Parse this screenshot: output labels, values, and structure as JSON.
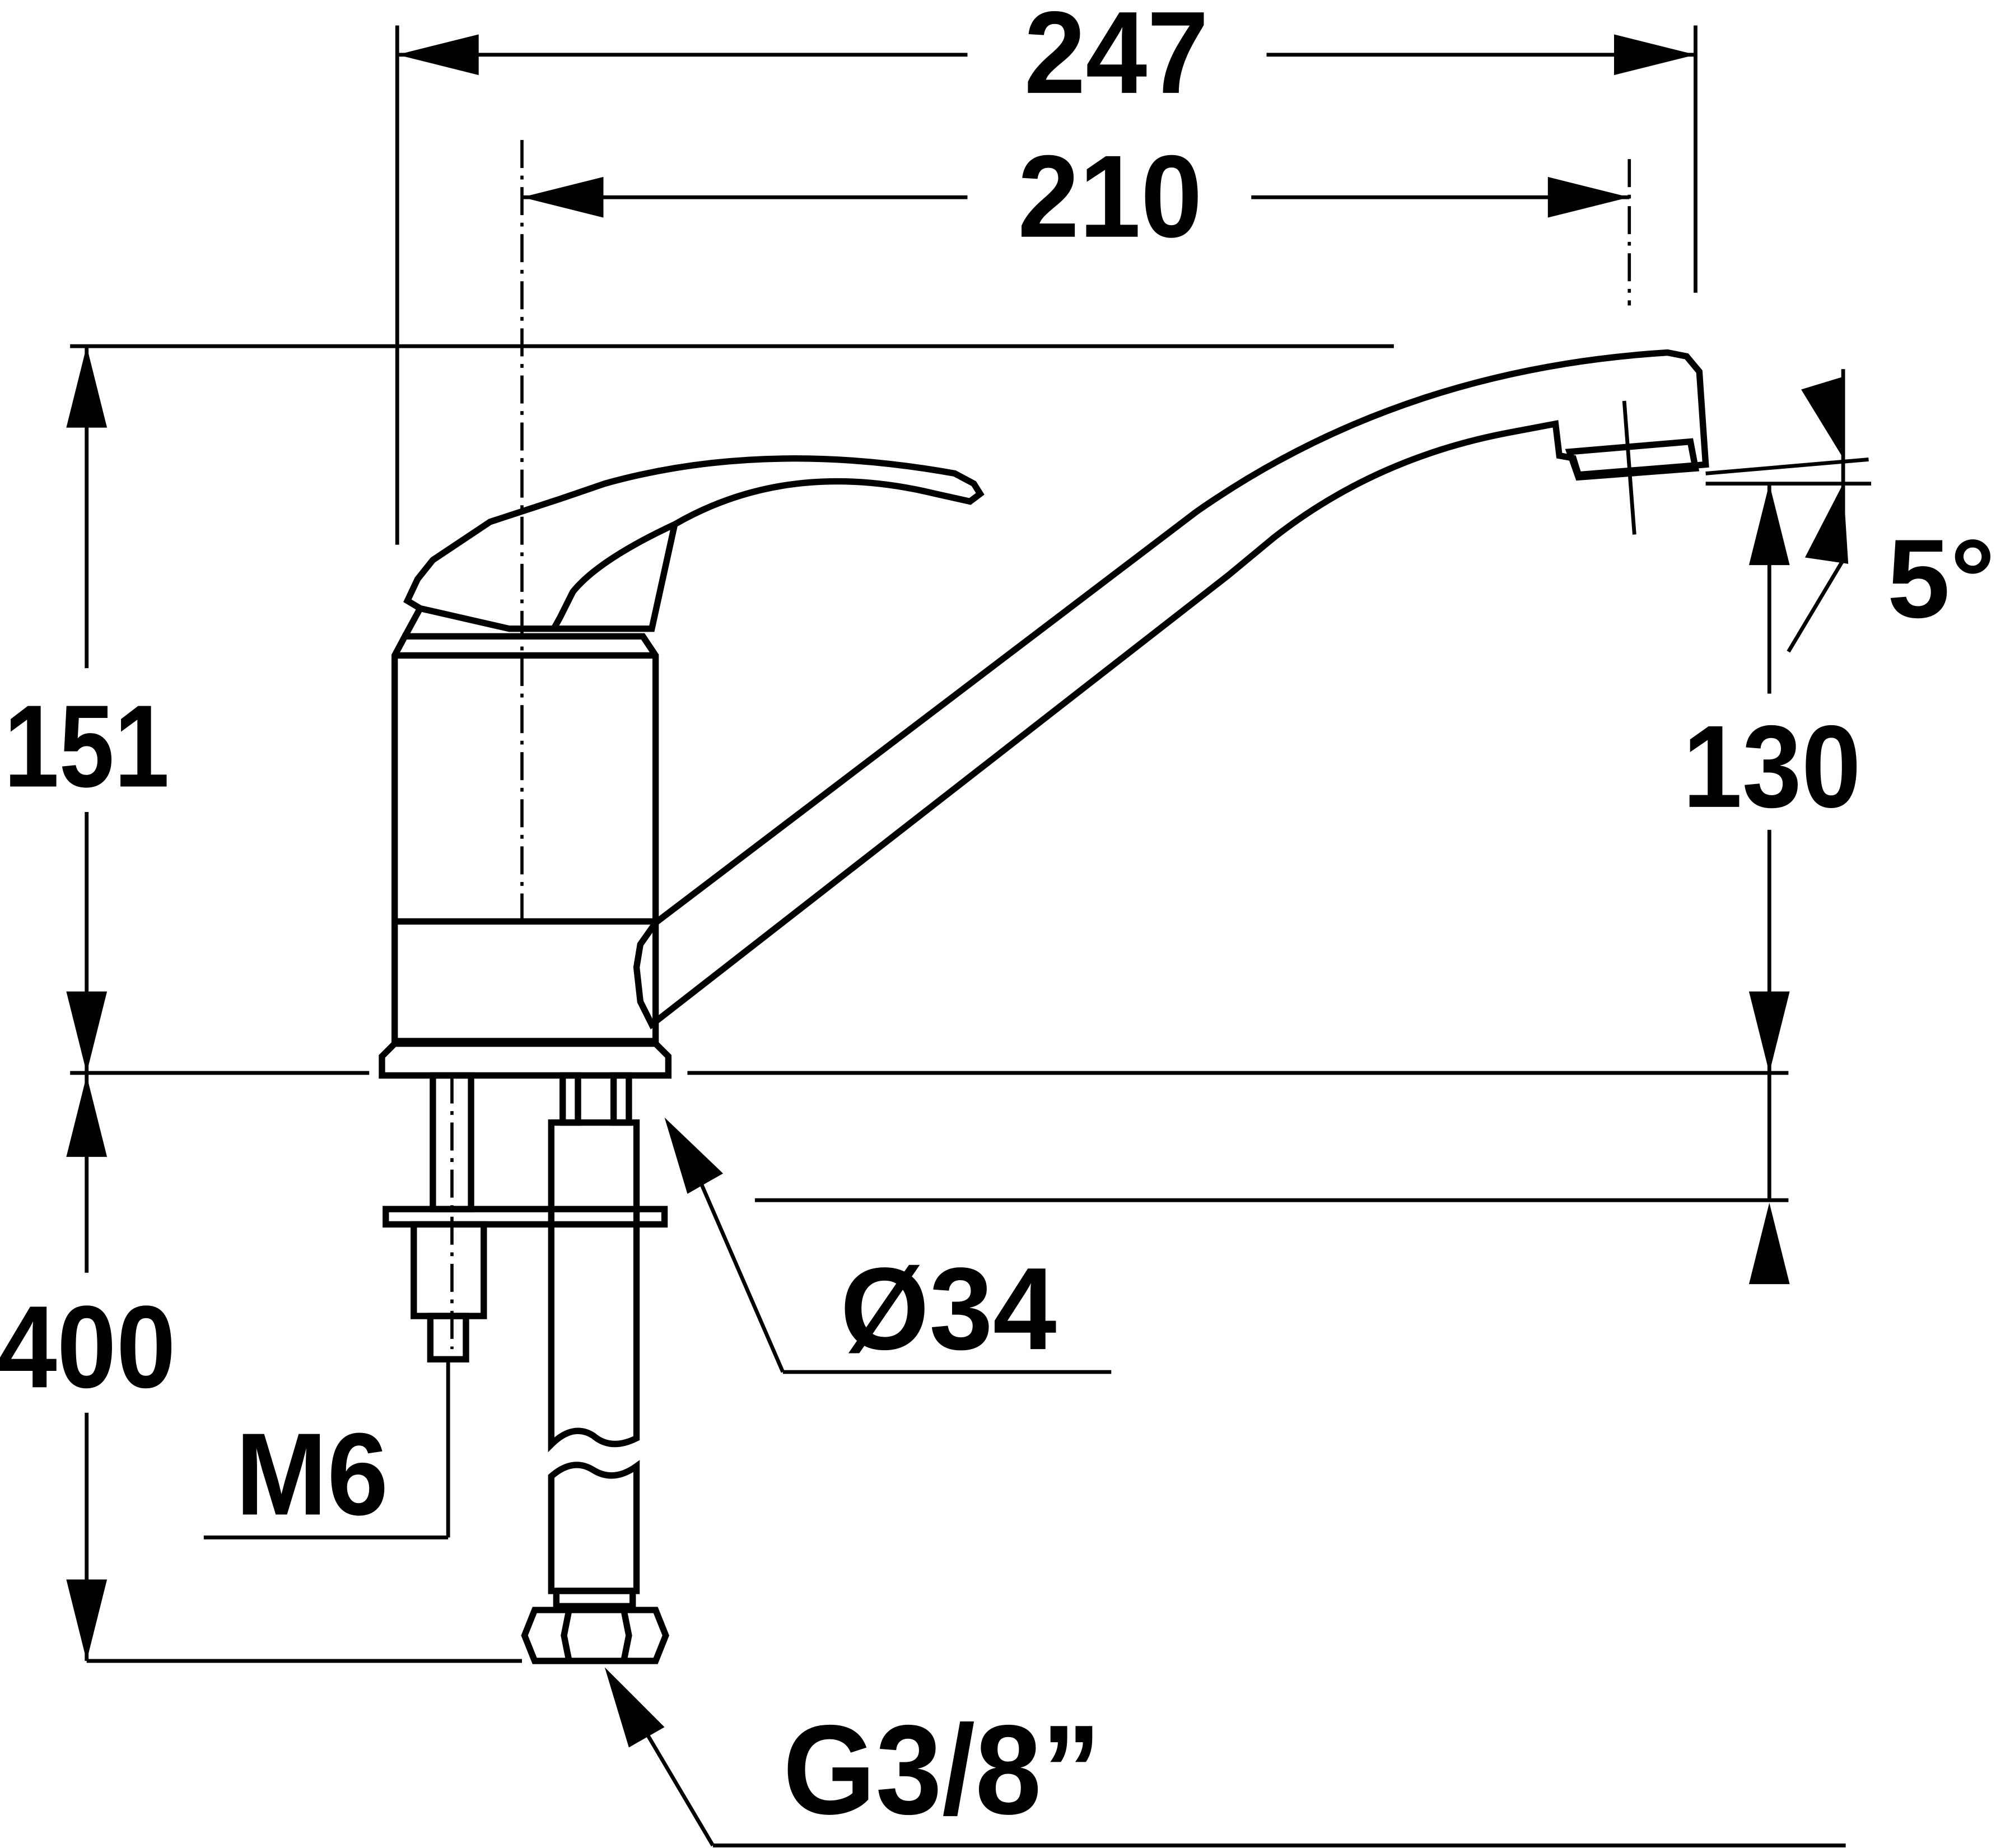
{
  "drawing": {
    "line_color": "#000000",
    "background": "#ffffff",
    "dimensions": {
      "overall_length": "247",
      "spout_reach": "210",
      "height": "151",
      "spout_outlet_height": "130",
      "outlet_angle": "5°",
      "mounting_hole": "Ø34",
      "hose_length": "400",
      "stud_thread": "M6",
      "connection_thread": "G3/8”"
    }
  }
}
